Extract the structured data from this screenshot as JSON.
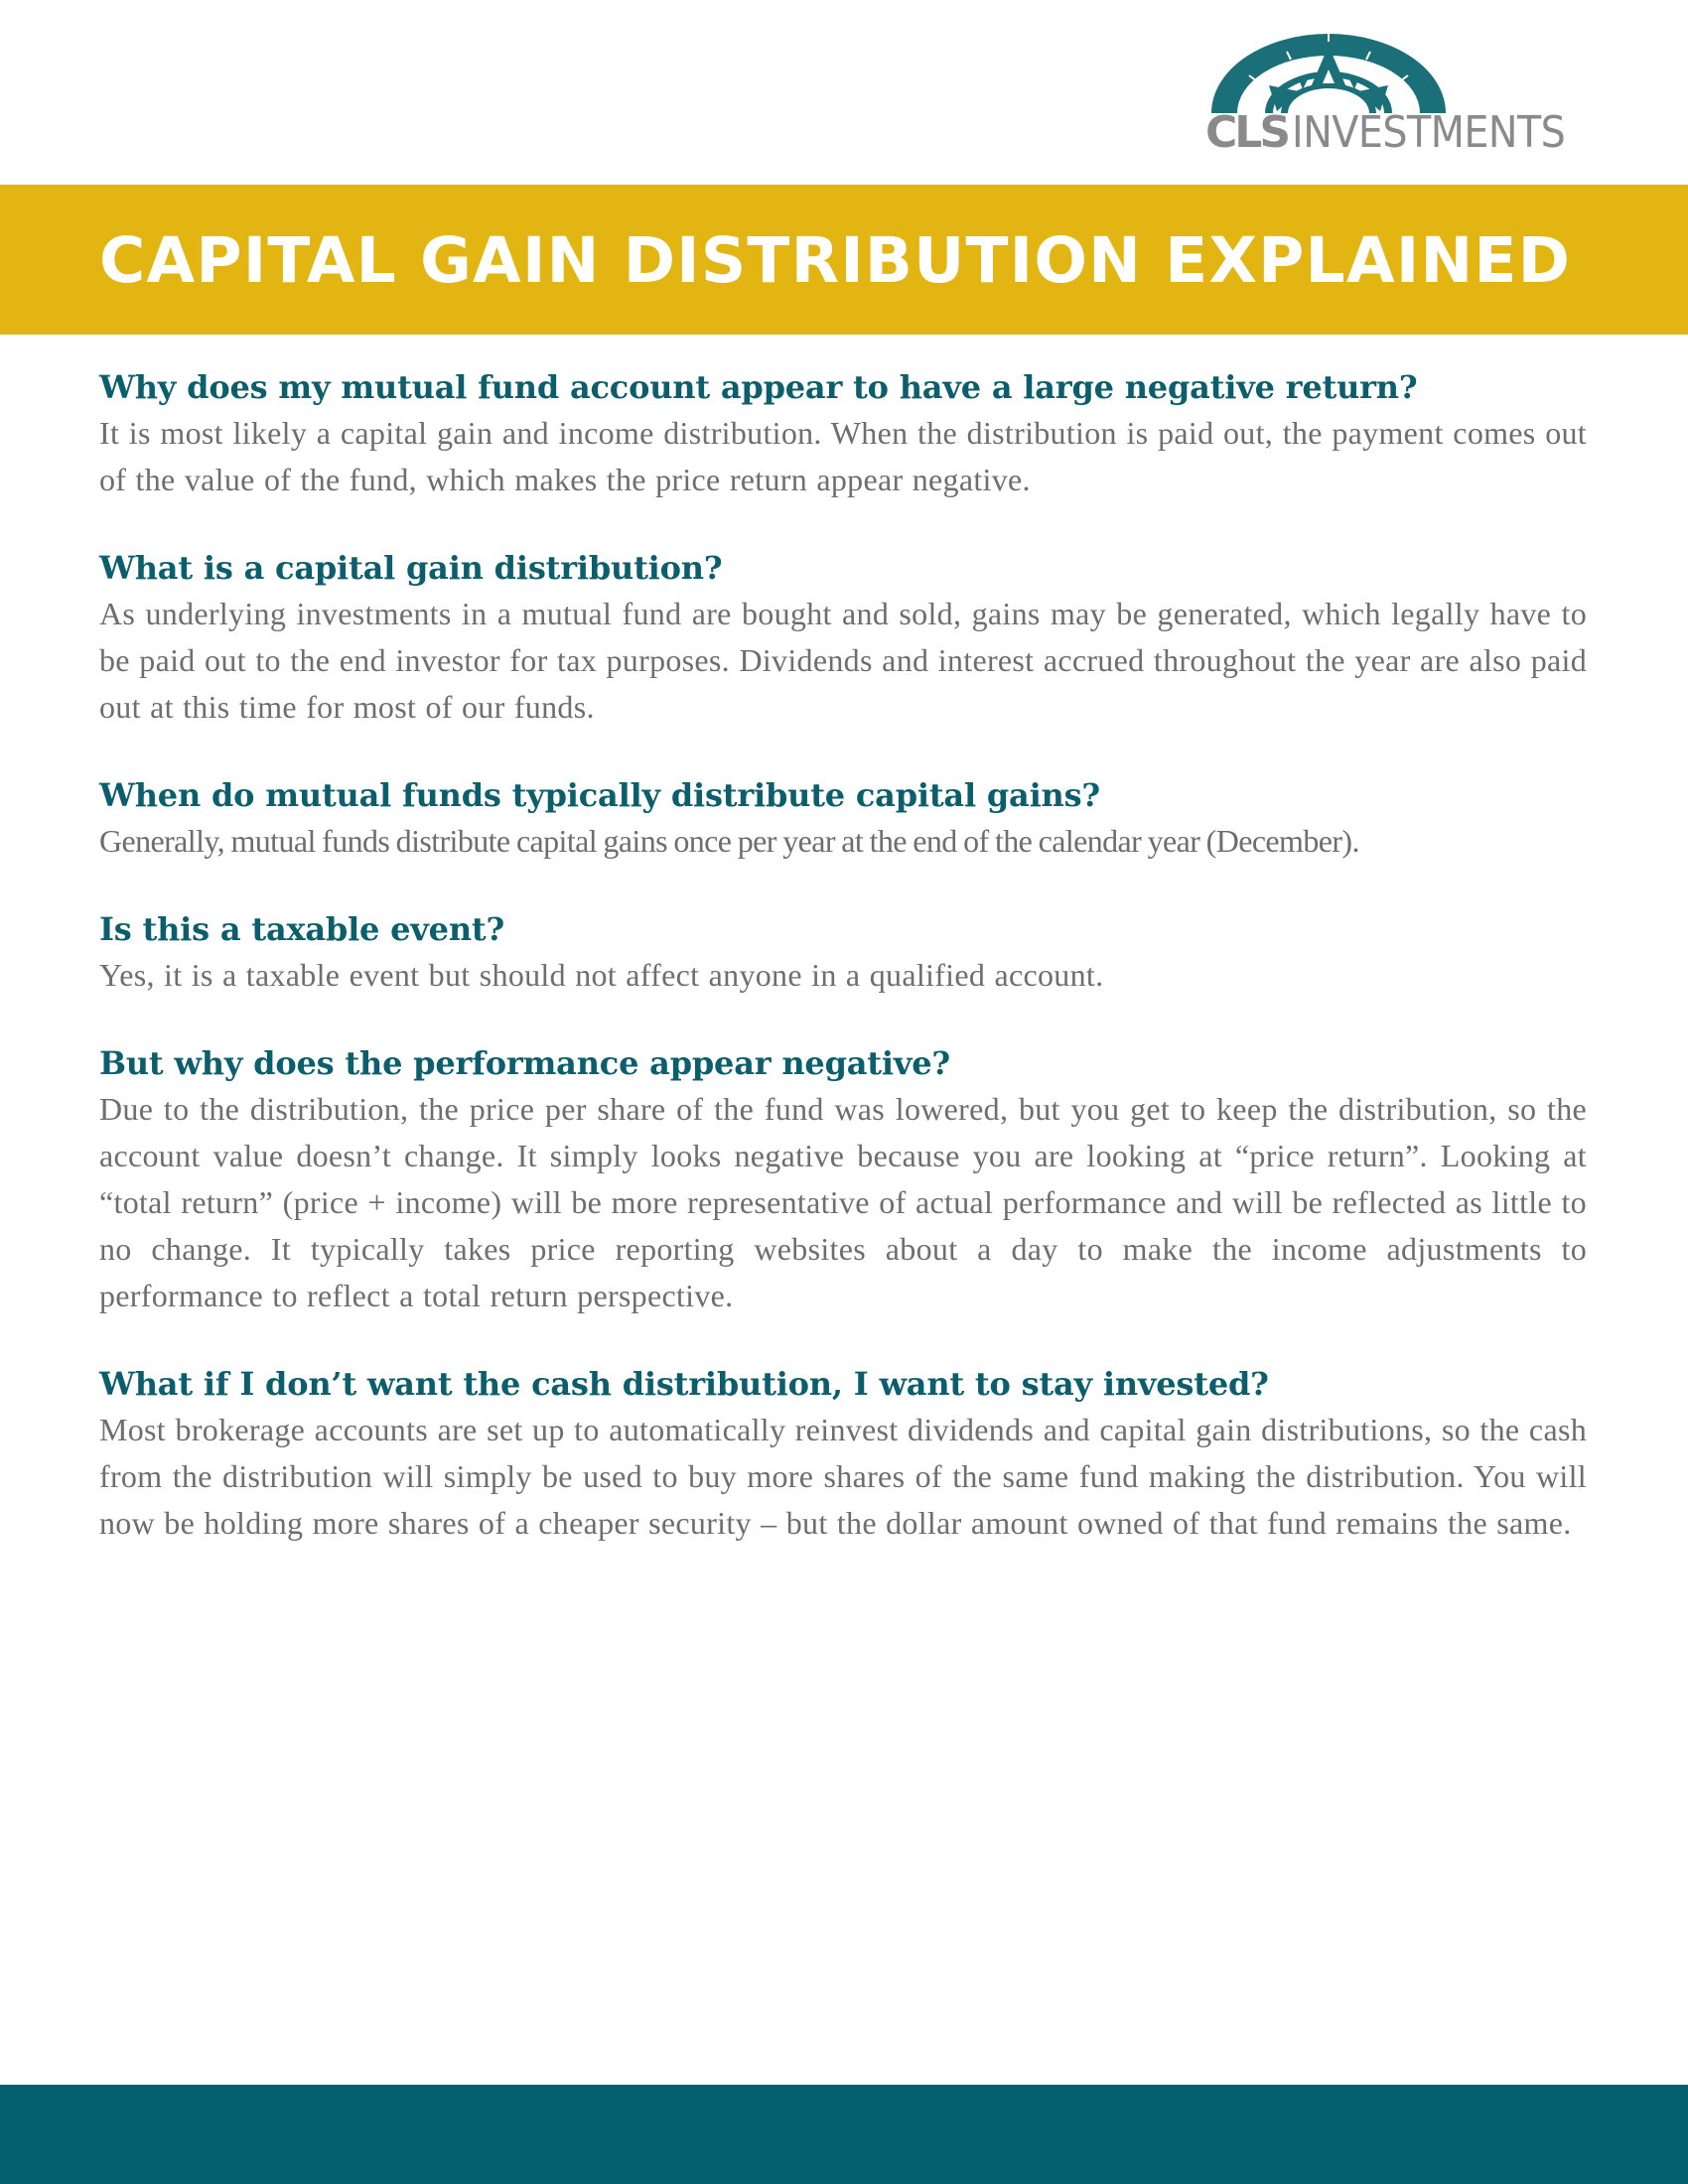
{
  "logo": {
    "brand_bold": "CLS",
    "brand_light": "INVESTMENTS",
    "icon": "compass-emblem-icon",
    "emblem_color": "#1a6f78",
    "text_color": "#8a8a8c"
  },
  "banner": {
    "title": "CAPITAL GAIN DISTRIBUTION EXPLAINED",
    "background_color": "#e2b512",
    "text_color": "#ffffff"
  },
  "sections": [
    {
      "heading": "Why does my mutual fund account appear to have a large negative return?",
      "body": "It is most likely a capital gain and income distribution. When the distribution is paid out, the payment comes out of the value of the fund, which makes the price return appear negative."
    },
    {
      "heading": "What is a capital gain distribution?",
      "body": "As underlying investments in a mutual fund are bought and sold, gains may be generated, which legally have to be paid out to the end investor for tax purposes. Dividends and interest accrued throughout the year are also paid out at this time for most of our funds."
    },
    {
      "heading": "When do mutual funds typically distribute capital gains?",
      "body": "Generally, mutual funds distribute capital gains once per year at the end of the calendar year (December)."
    },
    {
      "heading": "Is this a taxable event?",
      "body": "Yes, it is a taxable event but should not affect anyone in a qualified account."
    },
    {
      "heading": "But why does the performance appear negative?",
      "body": "Due to the distribution, the price per share of the fund was lowered, but you get to keep the distribution, so the account value doesn’t change. It simply looks negative because you are looking at “price return”. Looking at “total return” (price + income) will be more representative of actual performance and will be reflected as little to no change. It typically takes price reporting websites about a day to make the income adjustments to performance to reflect a total return perspective."
    },
    {
      "heading": "What if I don’t want the cash distribution, I want to stay invested?",
      "body": "Most brokerage accounts are set up to automatically reinvest dividends and capital gain distributions, so the cash from the distribution will simply be used to buy more shares of the same fund making the distribution. You will now be holding more shares of a cheaper security – but the dollar amount owned of that fund remains the same."
    }
  ],
  "colors": {
    "heading": "#0b5e6c",
    "body_text": "#6e6e6e",
    "footer_bar": "#03606f"
  }
}
